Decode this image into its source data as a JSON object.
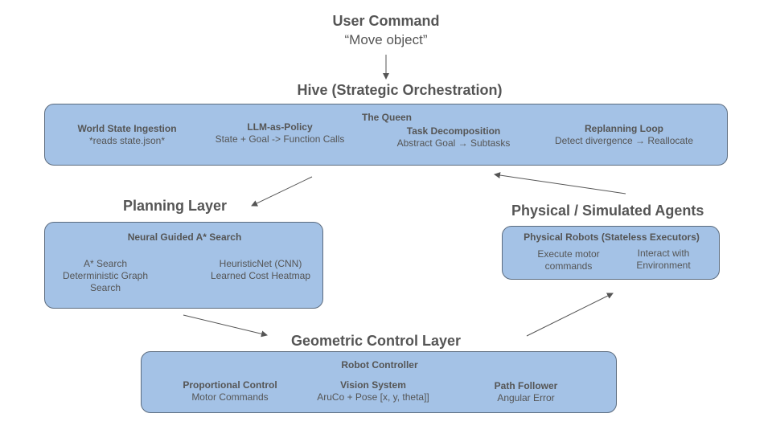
{
  "user_command": {
    "title": "User Command",
    "subtitle": "“Move object”"
  },
  "hive": {
    "title": "Hive (Strategic Orchestration)",
    "box_title": "The Queen",
    "items": [
      {
        "title": "World State Ingestion",
        "subtitle": "*reads state.json*"
      },
      {
        "title": "LLM-as-Policy",
        "subtitle": "State + Goal -> Function Calls"
      },
      {
        "title": "Task Decomposition",
        "subtitle": "Abstract Goal → Subtasks"
      },
      {
        "title": "Replanning Loop",
        "subtitle": "Detect divergence → Reallocate"
      }
    ]
  },
  "planning": {
    "title": "Planning Layer",
    "box_title": "Neural Guided A* Search",
    "left": {
      "l1": "A* Search",
      "l2": "Deterministic Graph",
      "l3": "Search"
    },
    "right": {
      "l1": "HeuristicNet (CNN)",
      "l2": "Learned Cost Heatmap"
    }
  },
  "agents": {
    "title": "Physical / Simulated Agents",
    "box_title": "Physical Robots (Stateless Executors)",
    "left": {
      "l1": "Execute motor",
      "l2": "commands"
    },
    "right": {
      "l1": "Interact with",
      "l2": "Environment"
    }
  },
  "control": {
    "title": "Geometric Control Layer",
    "box_title": "Robot Controller",
    "items": [
      {
        "title": "Proportional Control",
        "subtitle": "Motor Commands"
      },
      {
        "title": "Vision System",
        "subtitle": "AruCo + Pose [x, y, theta]]"
      },
      {
        "title": "Path Follower",
        "subtitle": "Angular Error"
      }
    ]
  },
  "colors": {
    "box_fill": "#a4c2e6",
    "box_border": "#5b6b7e",
    "text": "#555555",
    "arrow": "#555555"
  }
}
